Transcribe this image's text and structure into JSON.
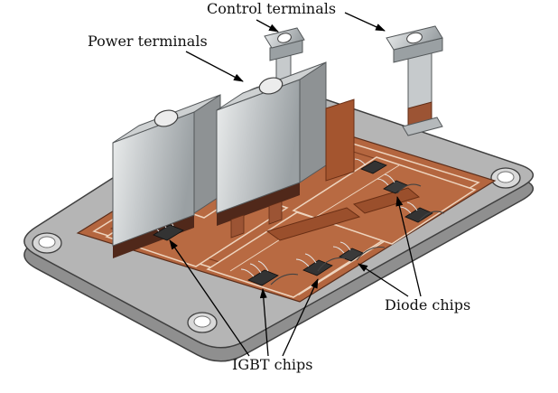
{
  "labels": {
    "control_terminals": "Control terminals",
    "power_terminals": "Power terminals",
    "diode_chips": "Diode chips",
    "igbt_chips": "IGBT chips"
  },
  "colors": {
    "background": "#ffffff",
    "baseplate_top": "#b5b5b5",
    "baseplate_bottom": "#8f8f8f",
    "substrate_copper": "#b4663f",
    "copper_dark": "#9a4f2c",
    "ceramic_line": "#eed4be",
    "terminal_silver_light": "#eceeee",
    "terminal_silver_dark": "#9aa0a3",
    "chip": "#333333",
    "outline": "#3f3f3f",
    "text": "#111111",
    "arrow": "#000000"
  }
}
